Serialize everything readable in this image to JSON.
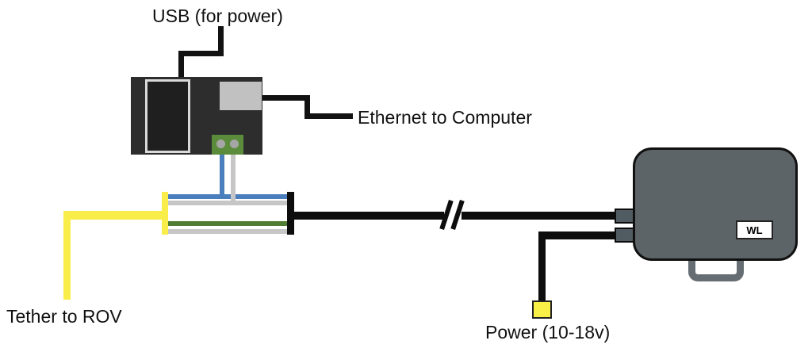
{
  "labels": {
    "usb_power": "USB (for power)",
    "ethernet": "Ethernet to Computer",
    "tether": "Tether to ROV",
    "power": "Power (10-18v)",
    "device_badge": "WL"
  },
  "colors": {
    "board_body": "#2d2d2d",
    "ethernet_port_gray": "#c1c1c1",
    "terminal_block_green": "#5a8c3b",
    "wire_blue": "#4a7ebc",
    "wire_gray": "#c6c6c6",
    "wire_green": "#507d33",
    "tether_yellow": "#f9ee49",
    "cable_black": "#0d0d0d",
    "device_body_gray": "#5d6468",
    "power_connector_yellow": "#f8f046"
  }
}
